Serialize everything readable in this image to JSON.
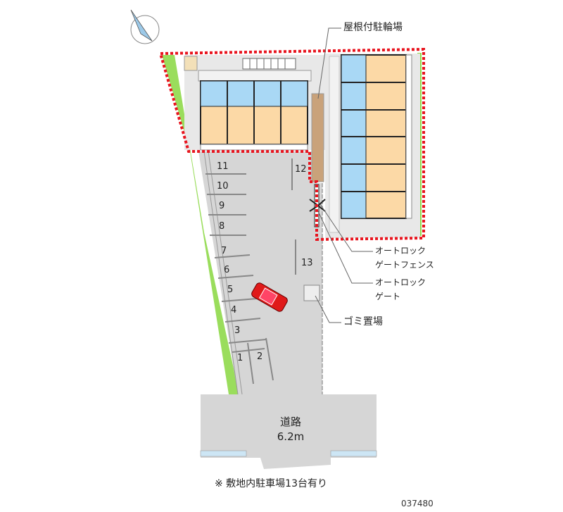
{
  "compass": {
    "icon": "north-arrow-icon"
  },
  "labels": {
    "bike_parking": "屋根付駐輪場",
    "autolock_fence_1": "オートロック",
    "autolock_fence_2": "ゲートフェンス",
    "autolock_gate_1": "オートロック",
    "autolock_gate_2": "ゲート",
    "garbage": "ゴミ置場",
    "road": "道路",
    "road_width": "6.2m",
    "note": "※ 敷地内駐車場13台有り",
    "code": "037480"
  },
  "parking_spaces": [
    "1",
    "2",
    "3",
    "4",
    "5",
    "6",
    "7",
    "8",
    "9",
    "10",
    "11",
    "12",
    "13"
  ],
  "colors": {
    "boundary": "#e8141e",
    "grass": "#8fd94a",
    "room": "#fcd9a6",
    "wet": "#a9d8f5",
    "lot": "#d6d6d6",
    "shelter": "#c9a27a",
    "car": "#e01a1a"
  }
}
